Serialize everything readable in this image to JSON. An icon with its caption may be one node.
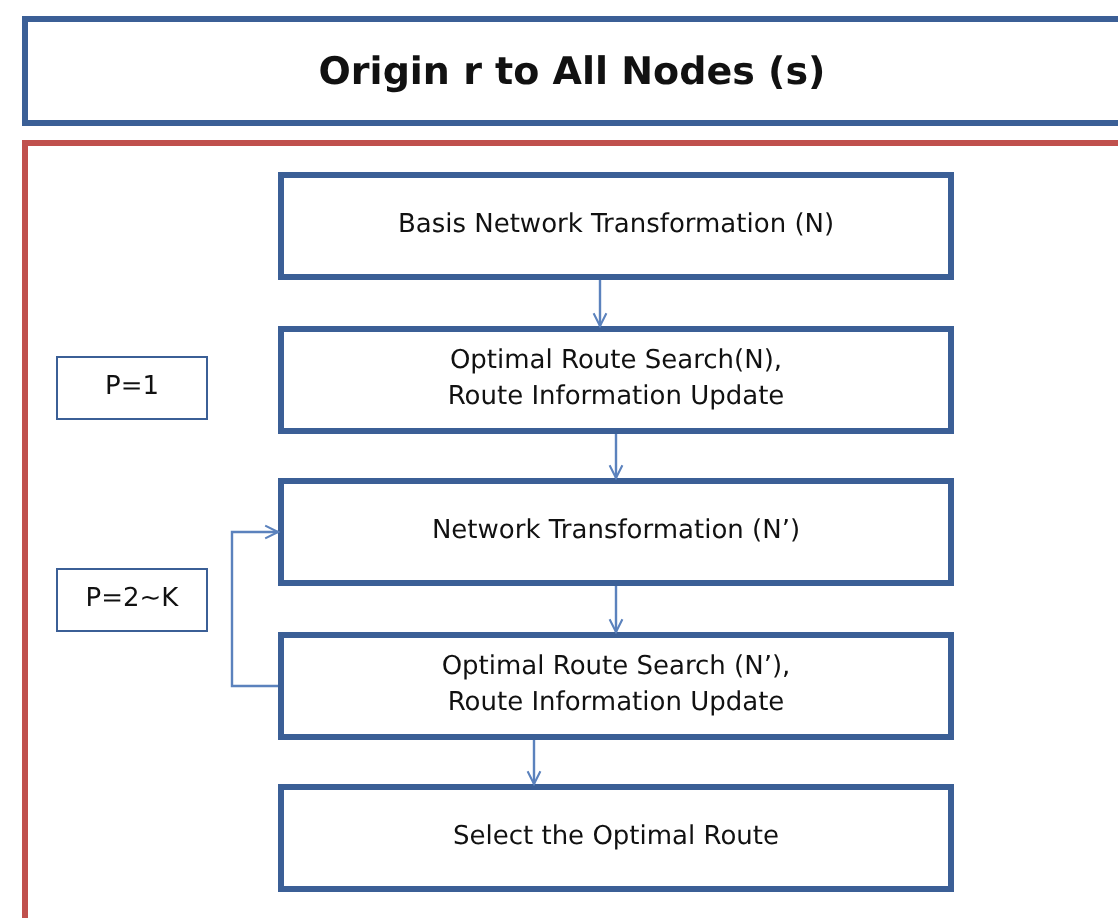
{
  "diagram": {
    "title": "Origin r to All Nodes (s)",
    "nodes": [
      {
        "text": [],
        "shape": "box"
      },
      {
        "text": [
          "Basis Network Transformation (N)"
        ],
        "in": 0
      },
      {
        "text": [
          "P=1"
        ],
        "in": 0
      },
      {
        "text": [
          "Optimal Route Search(N), Route Information Update"
        ],
        "in": 0
      },
      {
        "text": [
          "Network Transformation (N’)"
        ],
        "in": 0
      },
      {
        "text": [
          "P=2~K"
        ],
        "in": 0
      },
      {
        "text": [
          "Optimal Route Search (N’), Route Information Update"
        ],
        "in": 0
      },
      {
        "text": [
          "Select the Optimal Route"
        ],
        "in": 0
      }
    ],
    "edges": [
      {
        "from": 1,
        "to": 3,
        "arrow": "to"
      },
      {
        "from": 3,
        "to": 4,
        "arrow": "to"
      },
      {
        "from": 4,
        "to": 6,
        "arrow": "to"
      },
      {
        "from": 6,
        "to": 7,
        "arrow": "to"
      },
      {
        "from": 6,
        "to": 4,
        "arrow": "to"
      }
    ]
  }
}
